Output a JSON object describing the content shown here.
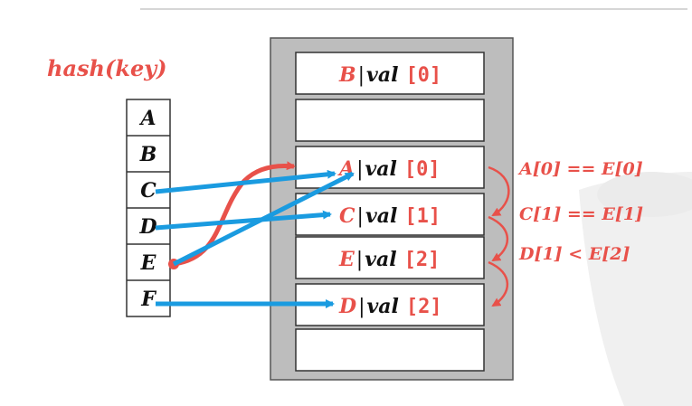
{
  "hash_label": "hash(key)",
  "keys": [
    "A",
    "B",
    "C",
    "D",
    "E",
    "F"
  ],
  "slots": [
    {
      "key": "B",
      "sep": "|",
      "val": "val",
      "idx": "[0]"
    },
    {
      "key": "",
      "sep": "",
      "val": "",
      "idx": ""
    },
    {
      "key": "A",
      "sep": "|",
      "val": "val",
      "idx": "[0]"
    },
    {
      "key": "C",
      "sep": "|",
      "val": "val",
      "idx": "[1]"
    },
    {
      "key": "E",
      "sep": "|",
      "val": "val",
      "idx": "[2]"
    },
    {
      "key": "D",
      "sep": "|",
      "val": "val",
      "idx": "[2]"
    },
    {
      "key": "",
      "sep": "",
      "val": "",
      "idx": ""
    }
  ],
  "comparisons": [
    "A[0] == E[0]",
    "C[1] == E[1]",
    "D[1] < E[2]"
  ],
  "colors": {
    "accent_red": "#E8514A",
    "arrow_blue": "#1A9BE0",
    "table_border": "#333333",
    "table_fill": "#bdbdbd",
    "rule_gray": "#c8c8c8",
    "watermark": "#f0f0f0"
  }
}
